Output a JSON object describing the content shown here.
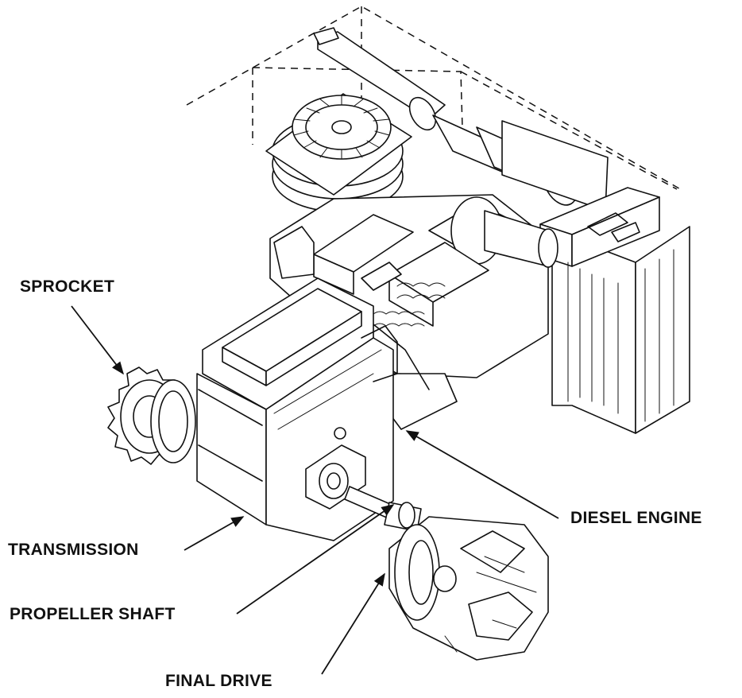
{
  "labels": {
    "sprocket": "SPROCKET",
    "transmission": "TRANSMISSION",
    "propeller_shaft": "PROPELLER SHAFT",
    "final_drive": "FINAL DRIVE",
    "diesel_engine": "DIESEL ENGINE"
  },
  "colors": {
    "ink": "#111111",
    "paper": "#ffffff"
  }
}
